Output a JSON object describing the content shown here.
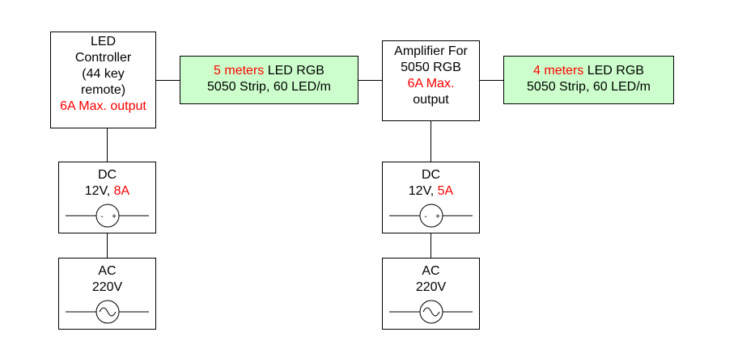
{
  "colors": {
    "highlight": "#ff0000",
    "strip_fill": "#ccffcc",
    "line": "#000000"
  },
  "controller": {
    "line1": "LED",
    "line2": "Controller",
    "line3": "(44 key",
    "line4": "remote)",
    "line5": "6A Max. output"
  },
  "strip1": {
    "length": "5 meters",
    "type": " LED RGB",
    "spec": "5050 Strip, 60 LED/m"
  },
  "amplifier": {
    "line1": "Amplifier For",
    "line2": "5050 RGB",
    "line3": "6A Max.",
    "line4": "output"
  },
  "strip2": {
    "length": "4 meters",
    "type": " LED RGB",
    "spec": "5050 Strip, 60 LED/m"
  },
  "dc_left": {
    "title": "DC",
    "voltage": "12V, ",
    "current": "8A",
    "icon": "dc-source-icon",
    "minus": "-",
    "plus": "+"
  },
  "dc_right": {
    "title": "DC",
    "voltage": "12V, ",
    "current": "5A",
    "icon": "dc-source-icon",
    "minus": "-",
    "plus": "+"
  },
  "ac_left": {
    "title": "AC",
    "voltage": "220V",
    "icon": "ac-source-icon"
  },
  "ac_right": {
    "title": "AC",
    "voltage": "220V",
    "icon": "ac-source-icon"
  }
}
